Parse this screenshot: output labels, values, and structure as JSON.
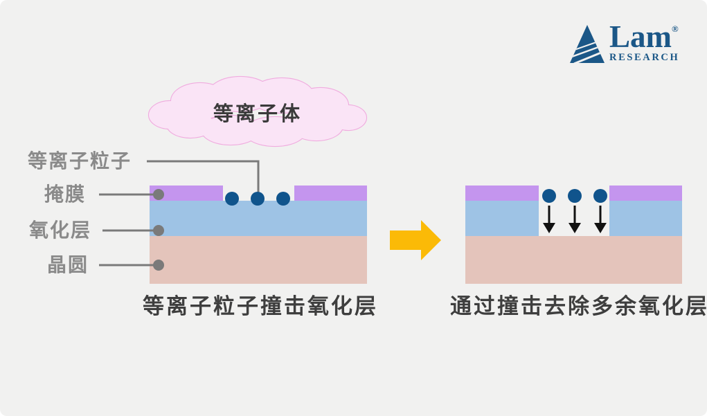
{
  "page": {
    "background": "#F1F1F0"
  },
  "logo": {
    "brand": "Lam",
    "registered": "®",
    "subtitle": "RESEARCH"
  },
  "cloud": {
    "label": "等离子体"
  },
  "layer_labels": {
    "plasma_particle": "等离子粒子",
    "mask": "掩膜",
    "oxide": "氧化层",
    "wafer": "晶圆"
  },
  "panels": {
    "left": {
      "caption": "等离子粒子撞击氧化层"
    },
    "right": {
      "caption": "通过撞击去除多余氧化层"
    }
  },
  "colors": {
    "page_bg": "#F1F1F0",
    "logo": "#1B5787",
    "mask": "#C495EE",
    "oxide": "#9EC3E5",
    "wafer": "#E4C4BB",
    "particle": "#10548C",
    "arrow": "#FBBA07",
    "cloud_fill": "#FAE4F6",
    "cloud_stroke": "#F0ACDF",
    "label_gray": "#8A8A8A",
    "line_gray": "#7A7A7A",
    "caption_dark": "#3E3E3E",
    "impact_arrow": "#111111"
  }
}
